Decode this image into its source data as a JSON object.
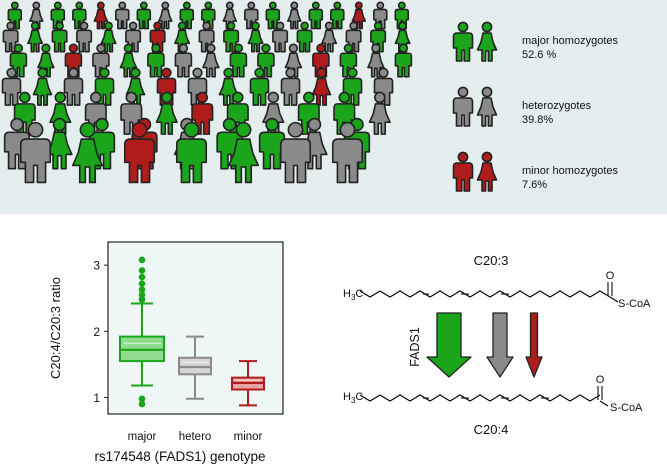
{
  "population": {
    "legend": [
      {
        "line1": "major homozygotes",
        "line2": "52.6 %",
        "color": "#1aa51a"
      },
      {
        "line1": "heterozygotes",
        "line2": "39.8%",
        "color": "#8a8a8a"
      },
      {
        "line1": "minor homozygotes",
        "line2": "7.6%",
        "color": "#b01c1c"
      }
    ]
  },
  "chart_data": {
    "type": "boxplot",
    "ylabel": "C20:4/C20:3 ratio",
    "xlabel": "rs174548 (FADS1) genotype",
    "categories": [
      "major",
      "hetero",
      "minor"
    ],
    "ylim": [
      0.75,
      3.35
    ],
    "yticks": [
      "1",
      "2",
      "3"
    ],
    "colors": {
      "major": "#1aa51a",
      "hetero": "#8a8a8a",
      "minor": "#b01c1c"
    },
    "boxes": [
      {
        "name": "major",
        "whisker_low": 1.18,
        "q1": 1.55,
        "median": 1.72,
        "q3": 1.92,
        "whisker_high": 2.42,
        "outliers": [
          3.08,
          2.92,
          2.82,
          2.72,
          2.63,
          2.55,
          2.48,
          0.98,
          0.9
        ]
      },
      {
        "name": "hetero",
        "whisker_low": 0.98,
        "q1": 1.35,
        "median": 1.46,
        "q3": 1.6,
        "whisker_high": 1.92,
        "outliers": []
      },
      {
        "name": "minor",
        "whisker_low": 0.88,
        "q1": 1.12,
        "median": 1.22,
        "q3": 1.3,
        "whisker_high": 1.55,
        "outliers": []
      }
    ]
  },
  "pathway": {
    "substrate": "C20:3",
    "product": "C20:4",
    "enzyme": "FADS1",
    "methyl_left": "H",
    "methyl_sub": "3",
    "methyl_right": "C",
    "carbonyl": "O",
    "thioester": "S-CoA"
  }
}
